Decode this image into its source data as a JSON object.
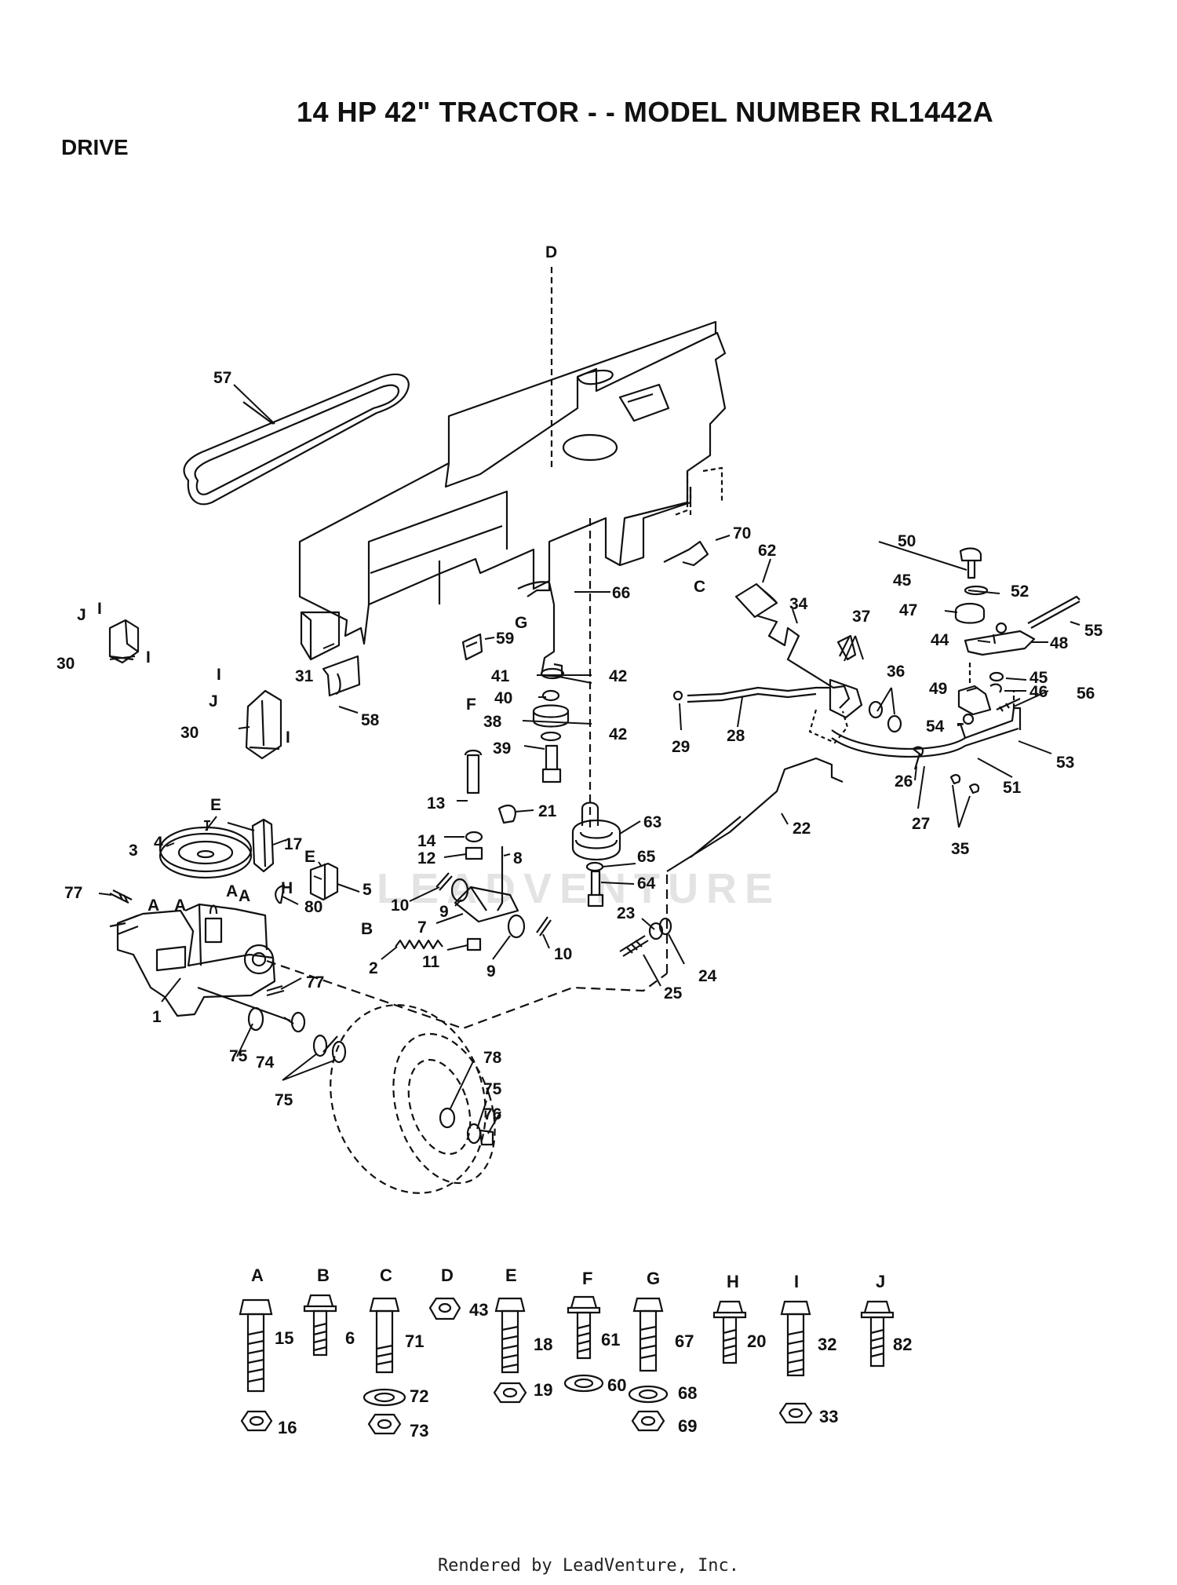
{
  "header": {
    "title": "14 HP 42\" TRACTOR - - MODEL NUMBER RL1442A",
    "section": "DRIVE"
  },
  "watermark": "LEADVENTURE",
  "footer": "Rendered by LeadVenture, Inc.",
  "callouts": [
    {
      "id": "D-top",
      "text": "D"
    },
    {
      "id": "57",
      "text": "57"
    },
    {
      "id": "70",
      "text": "70"
    },
    {
      "id": "C-mid",
      "text": "C"
    },
    {
      "id": "62",
      "text": "62"
    },
    {
      "id": "50",
      "text": "50"
    },
    {
      "id": "45a",
      "text": "45"
    },
    {
      "id": "52",
      "text": "52"
    },
    {
      "id": "47",
      "text": "47"
    },
    {
      "id": "55",
      "text": "55"
    },
    {
      "id": "44",
      "text": "44"
    },
    {
      "id": "48",
      "text": "48"
    },
    {
      "id": "34",
      "text": "34"
    },
    {
      "id": "37",
      "text": "37"
    },
    {
      "id": "66",
      "text": "66"
    },
    {
      "id": "G-mid",
      "text": "G"
    },
    {
      "id": "30a",
      "text": "30"
    },
    {
      "id": "31",
      "text": "31"
    },
    {
      "id": "59",
      "text": "59"
    },
    {
      "id": "41",
      "text": "41"
    },
    {
      "id": "42a",
      "text": "42"
    },
    {
      "id": "F-mid",
      "text": "F"
    },
    {
      "id": "40",
      "text": "40"
    },
    {
      "id": "36",
      "text": "36"
    },
    {
      "id": "45b",
      "text": "45"
    },
    {
      "id": "46",
      "text": "46"
    },
    {
      "id": "49",
      "text": "49"
    },
    {
      "id": "56",
      "text": "56"
    },
    {
      "id": "58",
      "text": "58"
    },
    {
      "id": "38",
      "text": "38"
    },
    {
      "id": "42b",
      "text": "42"
    },
    {
      "id": "30b",
      "text": "30"
    },
    {
      "id": "29",
      "text": "29"
    },
    {
      "id": "28",
      "text": "28"
    },
    {
      "id": "54",
      "text": "54"
    },
    {
      "id": "53",
      "text": "53"
    },
    {
      "id": "39",
      "text": "39"
    },
    {
      "id": "26",
      "text": "26"
    },
    {
      "id": "51",
      "text": "51"
    },
    {
      "id": "13",
      "text": "13"
    },
    {
      "id": "21",
      "text": "21"
    },
    {
      "id": "22",
      "text": "22"
    },
    {
      "id": "27",
      "text": "27"
    },
    {
      "id": "63",
      "text": "63"
    },
    {
      "id": "4",
      "text": "4"
    },
    {
      "id": "E-a",
      "text": "E"
    },
    {
      "id": "17",
      "text": "17"
    },
    {
      "id": "14",
      "text": "14"
    },
    {
      "id": "35",
      "text": "35"
    },
    {
      "id": "3",
      "text": "3"
    },
    {
      "id": "12",
      "text": "12"
    },
    {
      "id": "8",
      "text": "8"
    },
    {
      "id": "65",
      "text": "65"
    },
    {
      "id": "E-b",
      "text": "E"
    },
    {
      "id": "H-mid",
      "text": "H"
    },
    {
      "id": "5",
      "text": "5"
    },
    {
      "id": "64",
      "text": "64"
    },
    {
      "id": "77a",
      "text": "77"
    },
    {
      "id": "A-1",
      "text": "A"
    },
    {
      "id": "A-2",
      "text": "A"
    },
    {
      "id": "A-3",
      "text": "A"
    },
    {
      "id": "A-4",
      "text": "A"
    },
    {
      "id": "10a",
      "text": "10"
    },
    {
      "id": "9a",
      "text": "9"
    },
    {
      "id": "80",
      "text": "80"
    },
    {
      "id": "B-mid",
      "text": "B"
    },
    {
      "id": "7",
      "text": "7"
    },
    {
      "id": "23",
      "text": "23"
    },
    {
      "id": "10b",
      "text": "10"
    },
    {
      "id": "11",
      "text": "11"
    },
    {
      "id": "2",
      "text": "2"
    },
    {
      "id": "9b",
      "text": "9"
    },
    {
      "id": "24",
      "text": "24"
    },
    {
      "id": "77b",
      "text": "77"
    },
    {
      "id": "1",
      "text": "1"
    },
    {
      "id": "25",
      "text": "25"
    },
    {
      "id": "78",
      "text": "78"
    },
    {
      "id": "75a",
      "text": "75"
    },
    {
      "id": "74",
      "text": "74"
    },
    {
      "id": "75b",
      "text": "75"
    },
    {
      "id": "75c",
      "text": "75"
    },
    {
      "id": "76",
      "text": "76"
    },
    {
      "id": "I-1",
      "text": "I"
    },
    {
      "id": "I-2",
      "text": "I"
    },
    {
      "id": "J-1",
      "text": "J"
    },
    {
      "id": "J-2",
      "text": "J"
    },
    {
      "id": "I-3",
      "text": "I"
    },
    {
      "id": "I-4",
      "text": "I"
    }
  ],
  "hardware_kits": [
    {
      "letter": "A",
      "parts": [
        "15",
        "16"
      ]
    },
    {
      "letter": "B",
      "parts": [
        "6"
      ]
    },
    {
      "letter": "C",
      "parts": [
        "71",
        "72",
        "73"
      ]
    },
    {
      "letter": "D",
      "parts": [
        "43"
      ]
    },
    {
      "letter": "E",
      "parts": [
        "18",
        "19"
      ]
    },
    {
      "letter": "F",
      "parts": [
        "61",
        "60"
      ]
    },
    {
      "letter": "G",
      "parts": [
        "67",
        "68",
        "69"
      ]
    },
    {
      "letter": "H",
      "parts": [
        "20"
      ]
    },
    {
      "letter": "I",
      "parts": [
        "32",
        "33"
      ]
    },
    {
      "letter": "J",
      "parts": [
        "82"
      ]
    }
  ]
}
